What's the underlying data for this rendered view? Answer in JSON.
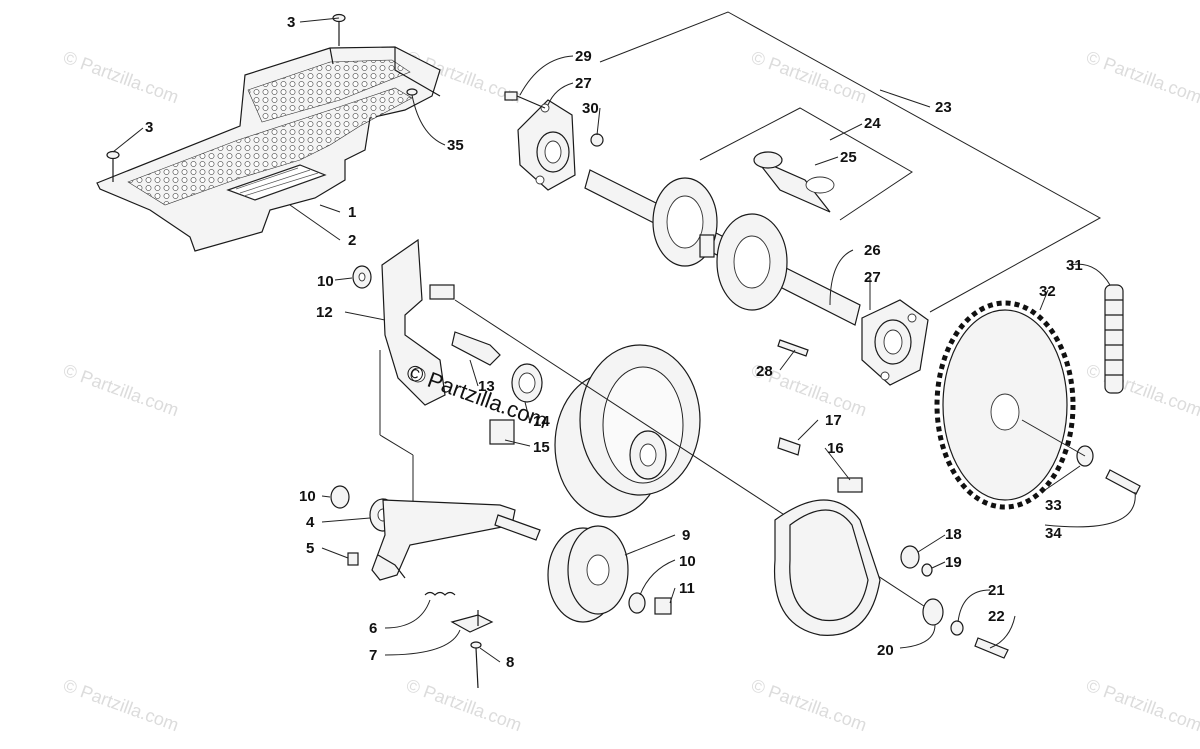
{
  "watermark": {
    "text": "© Partzilla.com",
    "color": "#dcdcdc"
  },
  "callouts": [
    "1",
    "2",
    "3",
    "3",
    "4",
    "5",
    "6",
    "7",
    "8",
    "9",
    "10",
    "10",
    "10",
    "11",
    "12",
    "13",
    "14",
    "15",
    "16",
    "17",
    "18",
    "19",
    "20",
    "21",
    "22",
    "23",
    "24",
    "25",
    "26",
    "27",
    "27",
    "28",
    "29",
    "30",
    "31",
    "32",
    "33",
    "34",
    "35"
  ]
}
